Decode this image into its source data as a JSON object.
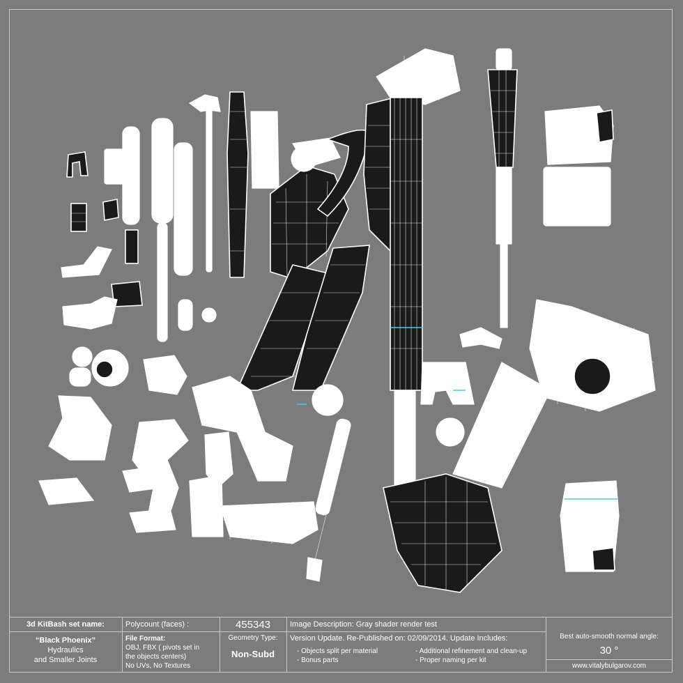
{
  "info_panel": {
    "set_label": "3d KitBash set name:",
    "set_name_line1": "“Black Phoenix”",
    "set_name_line2": "Hydraulics",
    "set_name_line3": "and Smaller Joints",
    "polycount_label": "Polycount (faces) :",
    "polycount_value": "455343",
    "file_format_label": "File Format:",
    "file_format_line1": "OBJ, FBX ( pivots set in",
    "file_format_line2": "the objects centers)",
    "file_format_line3": "No UVs, No Textures",
    "geometry_label": "Geometry Type:",
    "geometry_value": "Non-Subd",
    "image_description": "Image Description: Gray shader render test",
    "version_update": "Version Update. Re-Published on: 02/09/2014. Update Includes:",
    "updates_col1": [
      "Objects split per material",
      "Bonus parts"
    ],
    "updates_col2": [
      "Additional refinement and clean-up",
      "Proper naming per kit"
    ],
    "smooth_angle_label": "Best auto-smooth normal angle:",
    "smooth_angle_value": "30 °",
    "website": "www.vitalybulgarov.com"
  },
  "colors": {
    "background": "#7c7c7c",
    "frame_line": "#c8c8c8",
    "wire": "#ffffff",
    "shade": "#1a1a1a",
    "accent_cyan": "#39d3d8"
  }
}
